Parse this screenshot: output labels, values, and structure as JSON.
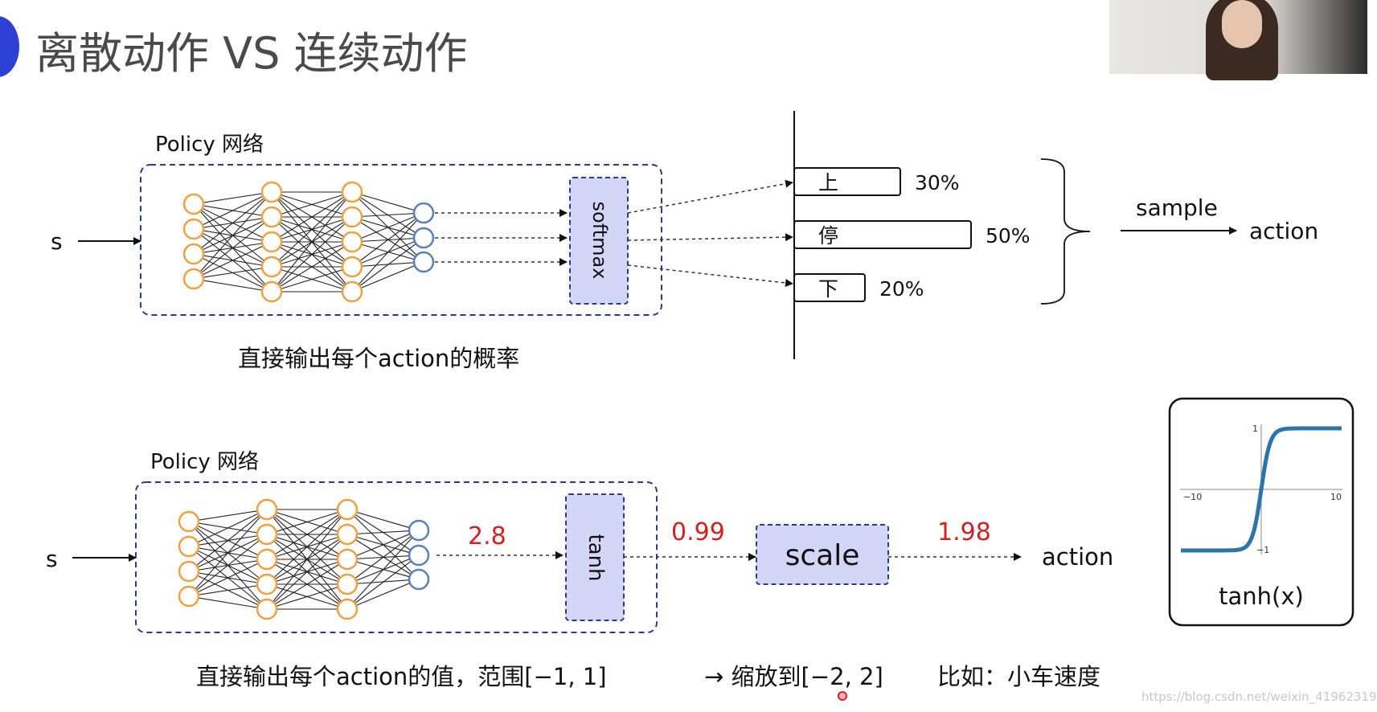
{
  "title": "离散动作 VS 连续动作",
  "discrete": {
    "policy_label": "Policy 网络",
    "input_label": "s",
    "softmax_label": "softmax",
    "actions": [
      {
        "name": "上",
        "prob": "30%",
        "value": 0.3
      },
      {
        "name": "停",
        "prob": "50%",
        "value": 0.5
      },
      {
        "name": "下",
        "prob": "20%",
        "value": 0.2
      }
    ],
    "sample_label": "sample",
    "action_label": "action",
    "caption": "直接输出每个action的概率"
  },
  "continuous": {
    "policy_label": "Policy 网络",
    "input_label": "s",
    "tanh_label": "tanh",
    "raw_value": "2.8",
    "tanh_value": "0.99",
    "scale_label": "scale",
    "scaled_value": "1.98",
    "action_label": "action",
    "caption_1": "直接输出每个action的值，范围[−1, 1]",
    "caption_2": "→ 缩放到[−2, 2]",
    "caption_3": "比如：小车速度"
  },
  "tanh_plot": {
    "label": "tanh(x)",
    "xtick_min": "−10",
    "xtick_max": "10",
    "ytick_max": "1",
    "ytick_min": "−1",
    "curve_color": "#2c75a8"
  },
  "watermark": "https://blog.csdn.net/weixin_41962319",
  "colors": {
    "dashed_box": "#2a3a8c",
    "node_orange": "#f0a040",
    "node_blue": "#5b7fb8",
    "fill_purple": "#d4d6f7",
    "value_red": "#d42020"
  }
}
